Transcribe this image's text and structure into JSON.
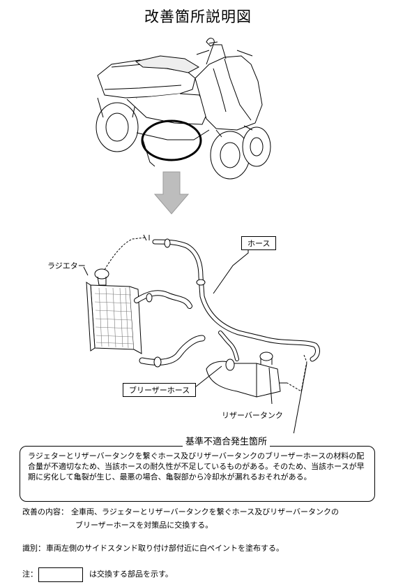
{
  "title": "改善箇所説明図",
  "labels": {
    "radiator": "ラジエター",
    "hose": "ホース",
    "breather_hose": "ブリーザーホース",
    "reservoir_tank": "リザーバータンク"
  },
  "reason": {
    "header": "基準不適合発生箇所",
    "text": "ラジェターとリザーバータンクを繋ぐホース及びリザーバータンクのブリーザーホースの材料の配合量が不適切なため、当該ホースの耐久性が不足しているものがある。そのため、当該ホースが早期に劣化して亀裂が生じ、最悪の場合、亀裂部から冷却水が漏れるおそれがある。"
  },
  "improvement": {
    "label": "改善の内容：",
    "line1": "全車両、ラジェターとリザーバータンクを繋ぐホース及びリザーバータンクの",
    "line2": "ブリーザーホースを対策品に交換する。"
  },
  "identification": {
    "label": "識別：",
    "text": "車両左側のサイドスタンド取り付け部付近に白ペイントを塗布する。"
  },
  "note": {
    "label": "注：",
    "text": "は交換する部品を示す。"
  }
}
